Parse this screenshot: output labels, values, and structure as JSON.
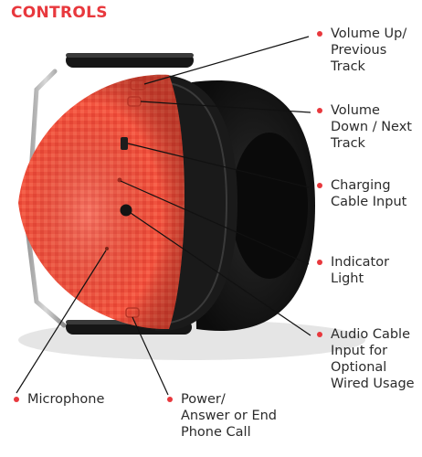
{
  "title": "CONTROLS",
  "colors": {
    "accent": "#e8383d",
    "earcup_shell": "#f2533f",
    "cushion": "#1b1b1b",
    "text": "#2b2b2b",
    "leader_line": "#111111"
  },
  "callouts": [
    {
      "id": "volume-up",
      "lines": [
        "Volume Up/",
        "Previous",
        "Track"
      ]
    },
    {
      "id": "volume-down",
      "lines": [
        "Volume",
        "Down / Next",
        "Track"
      ]
    },
    {
      "id": "charging-input",
      "lines": [
        "Charging",
        "Cable Input"
      ]
    },
    {
      "id": "indicator-light",
      "lines": [
        "Indicator",
        "Light"
      ]
    },
    {
      "id": "audio-input",
      "lines": [
        "Audio Cable",
        "Input for",
        "Optional",
        "Wired Usage"
      ]
    },
    {
      "id": "microphone",
      "lines": [
        "Microphone"
      ]
    },
    {
      "id": "power",
      "lines": [
        "Power/",
        "Answer or End",
        "Phone Call"
      ]
    }
  ]
}
